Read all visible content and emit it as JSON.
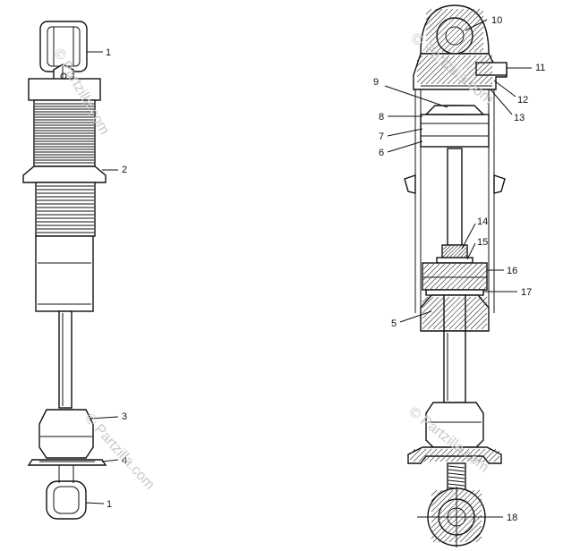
{
  "callouts": {
    "c1_top": "1",
    "c2": "2",
    "c3": "3",
    "c4": "4",
    "c1_bottom": "1",
    "c10": "10",
    "c11": "11",
    "c12": "12",
    "c13": "13",
    "c9": "9",
    "c8": "8",
    "c7": "7",
    "c6": "6",
    "c14": "14",
    "c15": "15",
    "c16": "16",
    "c17": "17",
    "c5": "5",
    "c18": "18"
  },
  "watermarks": {
    "left_top": "© Partzilla.com",
    "left_bottom": "© Partzilla.com",
    "right_top": "© Partzilla.com",
    "right_bottom": "© Partzilla.com"
  },
  "colors": {
    "line": "#111111",
    "watermark": "#c9c9c9",
    "background": "#ffffff"
  }
}
